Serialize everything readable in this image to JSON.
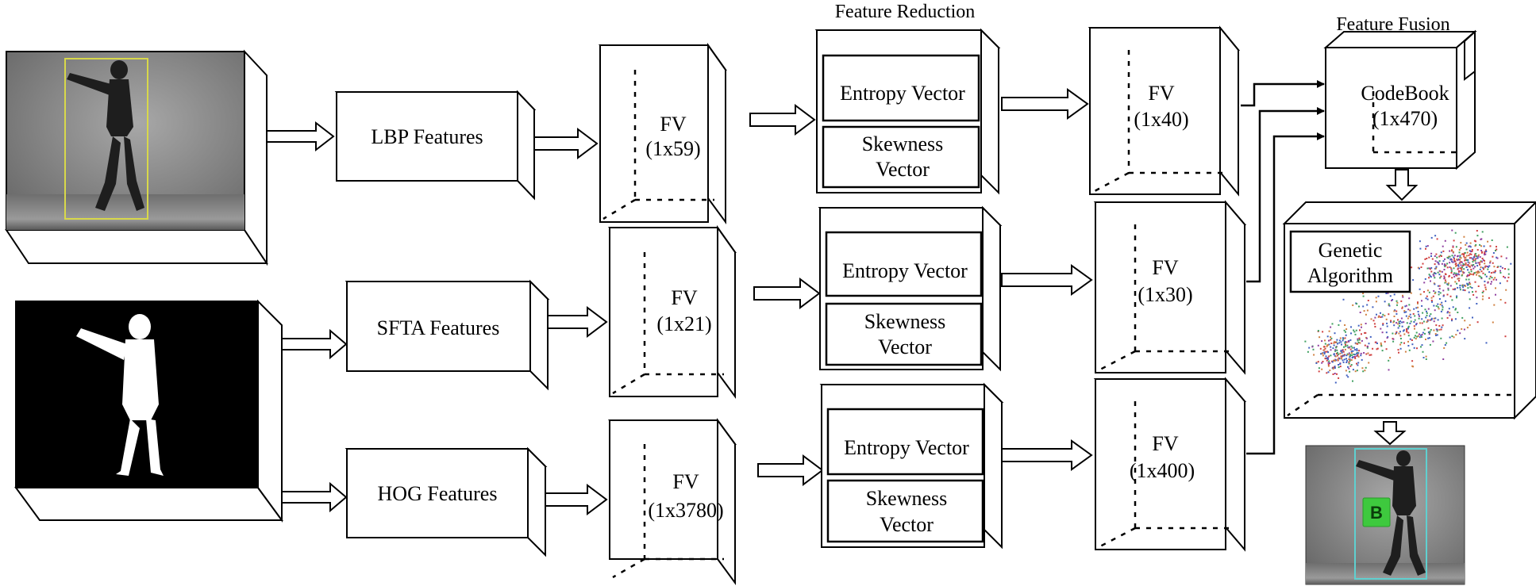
{
  "headings": {
    "feature_reduction": "Feature Reduction",
    "feature_fusion": "Feature Fusion"
  },
  "extractors": {
    "lbp": "LBP Features",
    "sfta": "SFTA Features",
    "hog": "HOG Features"
  },
  "feature_vectors": {
    "lbp": {
      "label": "FV",
      "dim": "(1x59)"
    },
    "sfta": {
      "label": "FV",
      "dim": "(1x21)"
    },
    "hog": {
      "label": "FV",
      "dim": "(1x3780)"
    }
  },
  "reduction": {
    "entropy": "Entropy Vector",
    "skewness_line1": "Skewness",
    "skewness_line2": "Vector"
  },
  "reduced_vectors": {
    "lbp": {
      "label": "FV",
      "dim": "(1x40)"
    },
    "sfta": {
      "label": "FV",
      "dim": "(1x30)"
    },
    "hog": {
      "label": "FV",
      "dim": "(1x400)"
    }
  },
  "codebook": {
    "label": "CodeBook",
    "dim": "(1x470)"
  },
  "genetic": {
    "line1": "Genetic",
    "line2": "Algorithm"
  },
  "result_badge": "B",
  "colors": {
    "stroke": "#000000",
    "frame_gray": "#8a8a8a",
    "silhouette_bg": "#000000",
    "bbox_yellow": "#d8d84a",
    "bbox_cyan": "#5fd0d0",
    "badge_green": "#3ec93e"
  },
  "icons": [
    "arrow-right-icon",
    "arrow-down-icon",
    "person-silhouette-icon"
  ]
}
